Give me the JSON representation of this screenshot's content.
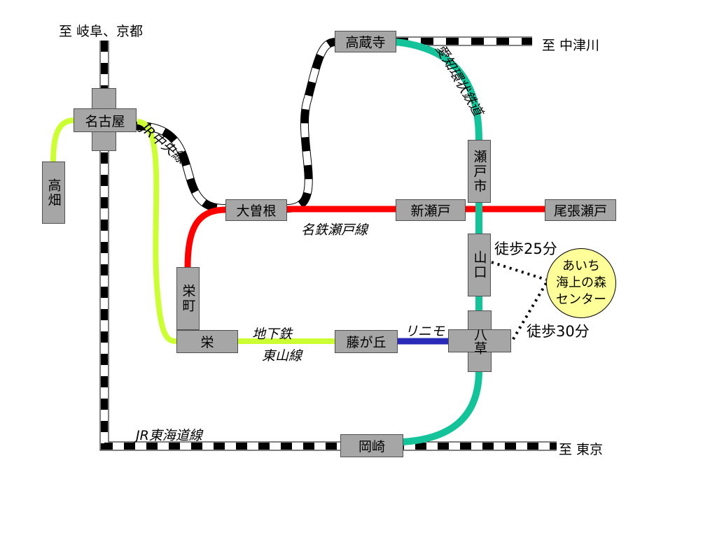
{
  "colors": {
    "meitetsu": "#ff0000",
    "aichi_loop": "#14c39a",
    "higashiyama": "#ccff33",
    "linimo": "#2a2ab8",
    "jr": "#000000",
    "station": "#a6a6a6",
    "expo_center": "#ffff99"
  },
  "stations": {
    "nagoya": "名古屋",
    "takabata": "高畑",
    "ozone": "大曽根",
    "kozoji": "高蔵寺",
    "shin_seto": "新瀬戸",
    "owari_seto": "尾張瀬戸",
    "setoshi": "瀬戸市",
    "yamaguchi": "山口",
    "yakusa": "八草",
    "sakaemachi": "栄町",
    "sakae": "栄",
    "fujigaoka": "藤が丘",
    "okazaki": "岡崎"
  },
  "lines": {
    "jr_chuo": "JR中央線",
    "meitetsu_seto": "名鉄瀬戸線",
    "aichi_loop": "愛知環状鉄道",
    "subway_1": "地下鉄",
    "subway_2": "東山線",
    "linimo": "リニモ",
    "jr_tokaido": "JR東海道線"
  },
  "directions": {
    "gifu_kyoto": "至 岐阜、京都",
    "nakatsugawa": "至 中津川",
    "tokyo": "至 東京"
  },
  "walks": {
    "from_yamaguchi": "徒歩25分",
    "from_yakusa": "徒歩30分"
  },
  "destination": {
    "line1": "あいち",
    "line2": "海上の森",
    "line3": "センター"
  }
}
